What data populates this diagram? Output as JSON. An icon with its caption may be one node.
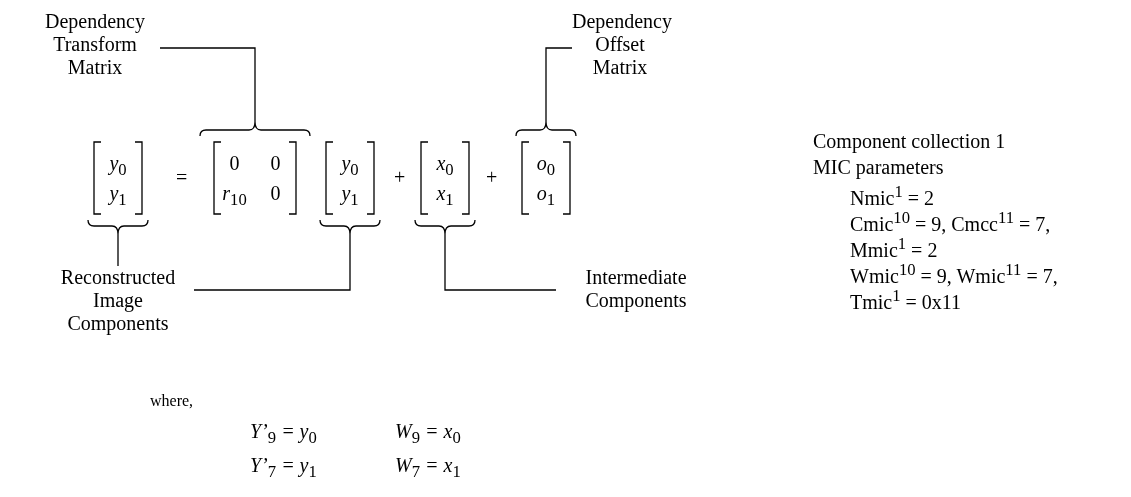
{
  "diagram": {
    "nodes": [
      {
        "text": [
          "Dependency Transform Matrix"
        ]
      },
      {
        "text": [
          "Dependency Offset Matrix"
        ]
      },
      {
        "text": [
          "y$_{0}$",
          "y$_{1}$"
        ]
      },
      {
        "text": [
          "0",
          "0",
          "r$_{10}$",
          "0"
        ]
      },
      {
        "text": [
          "y$_{0}$",
          "y$_{1}$"
        ]
      },
      {
        "text": [
          "x$_{0}$",
          "x$_{1}$"
        ]
      },
      {
        "text": [
          "o$_{0}$",
          "o$_{1}$"
        ]
      },
      {
        "text": [
          "Reconstructed Image Components"
        ]
      },
      {
        "text": [
          "Intermediate Components"
        ]
      }
    ],
    "edges": [
      {
        "from": 0,
        "to": 3,
        "arrow": "none"
      },
      {
        "from": 1,
        "to": 6,
        "arrow": "none"
      },
      {
        "from": 7,
        "to": 2,
        "arrow": "none"
      },
      {
        "from": 7,
        "to": 4,
        "arrow": "none"
      },
      {
        "from": 8,
        "to": 5,
        "arrow": "none"
      }
    ],
    "labels": [
      "=",
      "+",
      "+",
      "where,",
      "Y’$_{9}$ = y$_{0}$",
      "W$_{9}$ = x$_{0}$",
      "Y’$_{7}$ = y$_{1}$",
      "W$_{7}$ = x$_{1}$",
      "Component collection 1",
      "MIC parameters",
      "Nmic$^{1}$ = 2",
      "Cmic$^{10}$ = 9, Cmcc$^{11}$ = 7,",
      "Mmic$^{1}$ = 2",
      "Wmic$^{10}$ = 9, Wmic$^{11}$ = 7,",
      "Tmic$^{1}$ = 0x11"
    ]
  }
}
